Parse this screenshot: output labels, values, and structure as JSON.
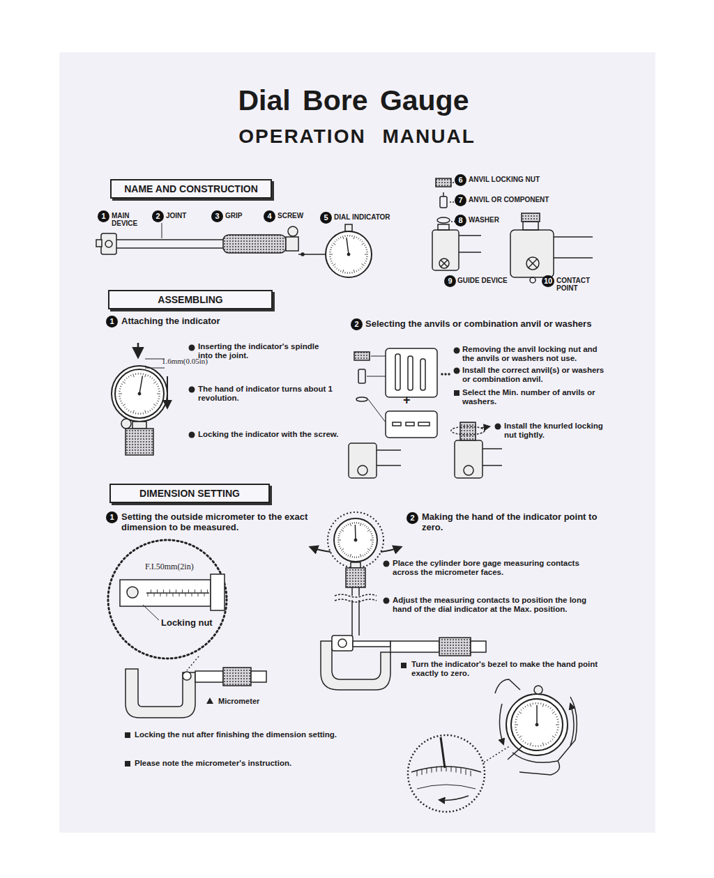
{
  "diagram": {
    "title": "Dial Bore Gauge",
    "nodes": [
      {
        "text": [
          "NAME AND CONSTRUCTION"
        ]
      },
      {
        "text": [
          "ASSEMBLING"
        ]
      },
      {
        "text": [
          "DIMENSION SETTING"
        ]
      }
    ],
    "labels": [
      "OPERATION MANUAL",
      "1",
      "MAIN DEVICE",
      "2",
      "JOINT",
      "3",
      "GRIP",
      "4",
      "SCREW",
      "5",
      "DIAL INDICATOR",
      "6",
      "ANVIL LOCKING NUT",
      "7",
      "ANVIL OR COMPONENT",
      "8",
      "WASHER",
      "9",
      "GUIDE DEVICE",
      "10",
      "CONTACT POINT",
      "1",
      "Attaching the indicator",
      "Inserting the indicator's spindle into the joint.",
      "1.6mm(0.05in)",
      "The hand of indicator turns about 1 revolution.",
      "Locking the indicator with the screw.",
      "2",
      "Selecting the anvils or combination anvil or washers",
      "Removing the anvil locking nut and the anvils or washers not use.",
      "Install the correct anvil(s) or washers or combination anvil.",
      "Select the Min. number of anvils or washers.",
      "+",
      "Install the knurled locking nut tightly.",
      "1",
      "Setting the outside micrometer to the exact dimension to be measured.",
      "F.I.50mm(2in)",
      "Locking nut",
      "Micrometer",
      "Locking the nut after finishing the dimension setting.",
      "Please note the micrometer's instruction.",
      "2",
      "Making the hand of the indicator point to zero.",
      "Place the cylinder bore gage measuring contacts across the micrometer faces.",
      "Adjust the measuring contacts to position the long hand of the dial indicator at the Max. position.",
      "Turn the indicator's bezel to make the hand point exactly to zero."
    ]
  }
}
